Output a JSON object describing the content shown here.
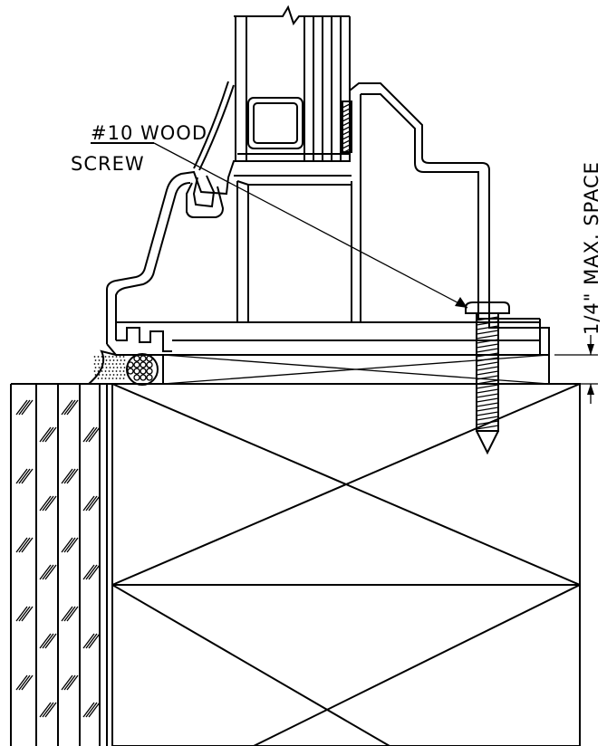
{
  "diagram": {
    "callout_line1": "#10 WOOD",
    "callout_line2": "SCREW",
    "dimension_label": "1/4\" MAX. SPACE",
    "line_color": "#000000",
    "background": "#ffffff"
  }
}
